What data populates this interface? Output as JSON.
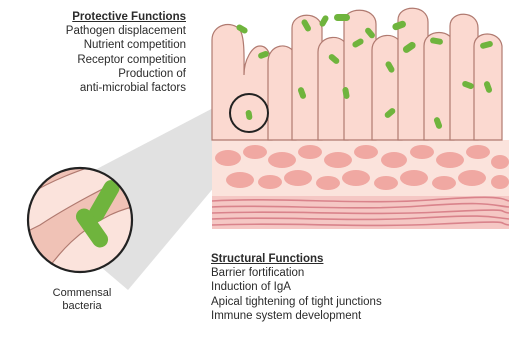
{
  "protective": {
    "heading": "Protective Functions",
    "items": [
      "Pathogen displacement",
      "Nutrient competition",
      "Receptor competition",
      "Production of",
      "anti-microbial factors"
    ]
  },
  "structural": {
    "heading": "Structural Functions",
    "items": [
      "Barrier fortification",
      "Induction of IgA",
      "Apical tightening of tight junctions",
      "Immune system development"
    ]
  },
  "zoom_label": {
    "line1": "Commensal",
    "line2": "bacteria"
  },
  "colors": {
    "villus_fill": "#fbd9d0",
    "villus_stroke": "#b07a70",
    "bacteria": "#6fb43d",
    "cells": "#f0a8a2",
    "muscle": "#d9838b",
    "zoom_fill": "#f0c2b6",
    "connector": "#c8c8c8"
  }
}
